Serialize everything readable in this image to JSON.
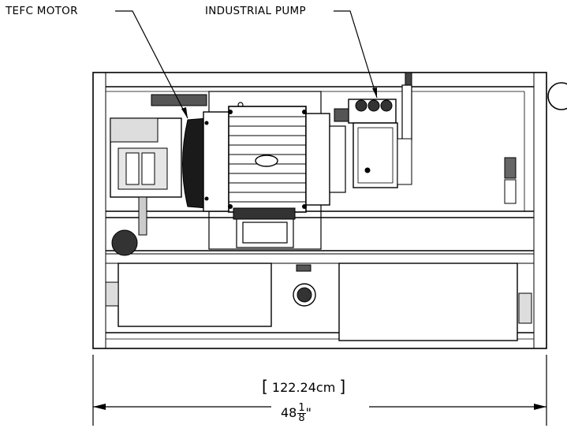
{
  "callouts": {
    "motor": "TEFC MOTOR",
    "pump": "INDUSTRIAL PUMP"
  },
  "dimension": {
    "metric_open": "[",
    "metric_value": "122.24cm",
    "metric_close": "]",
    "imperial_whole": "48",
    "imperial_numerator": "1",
    "imperial_denominator": "8",
    "imperial_unit": "\""
  }
}
